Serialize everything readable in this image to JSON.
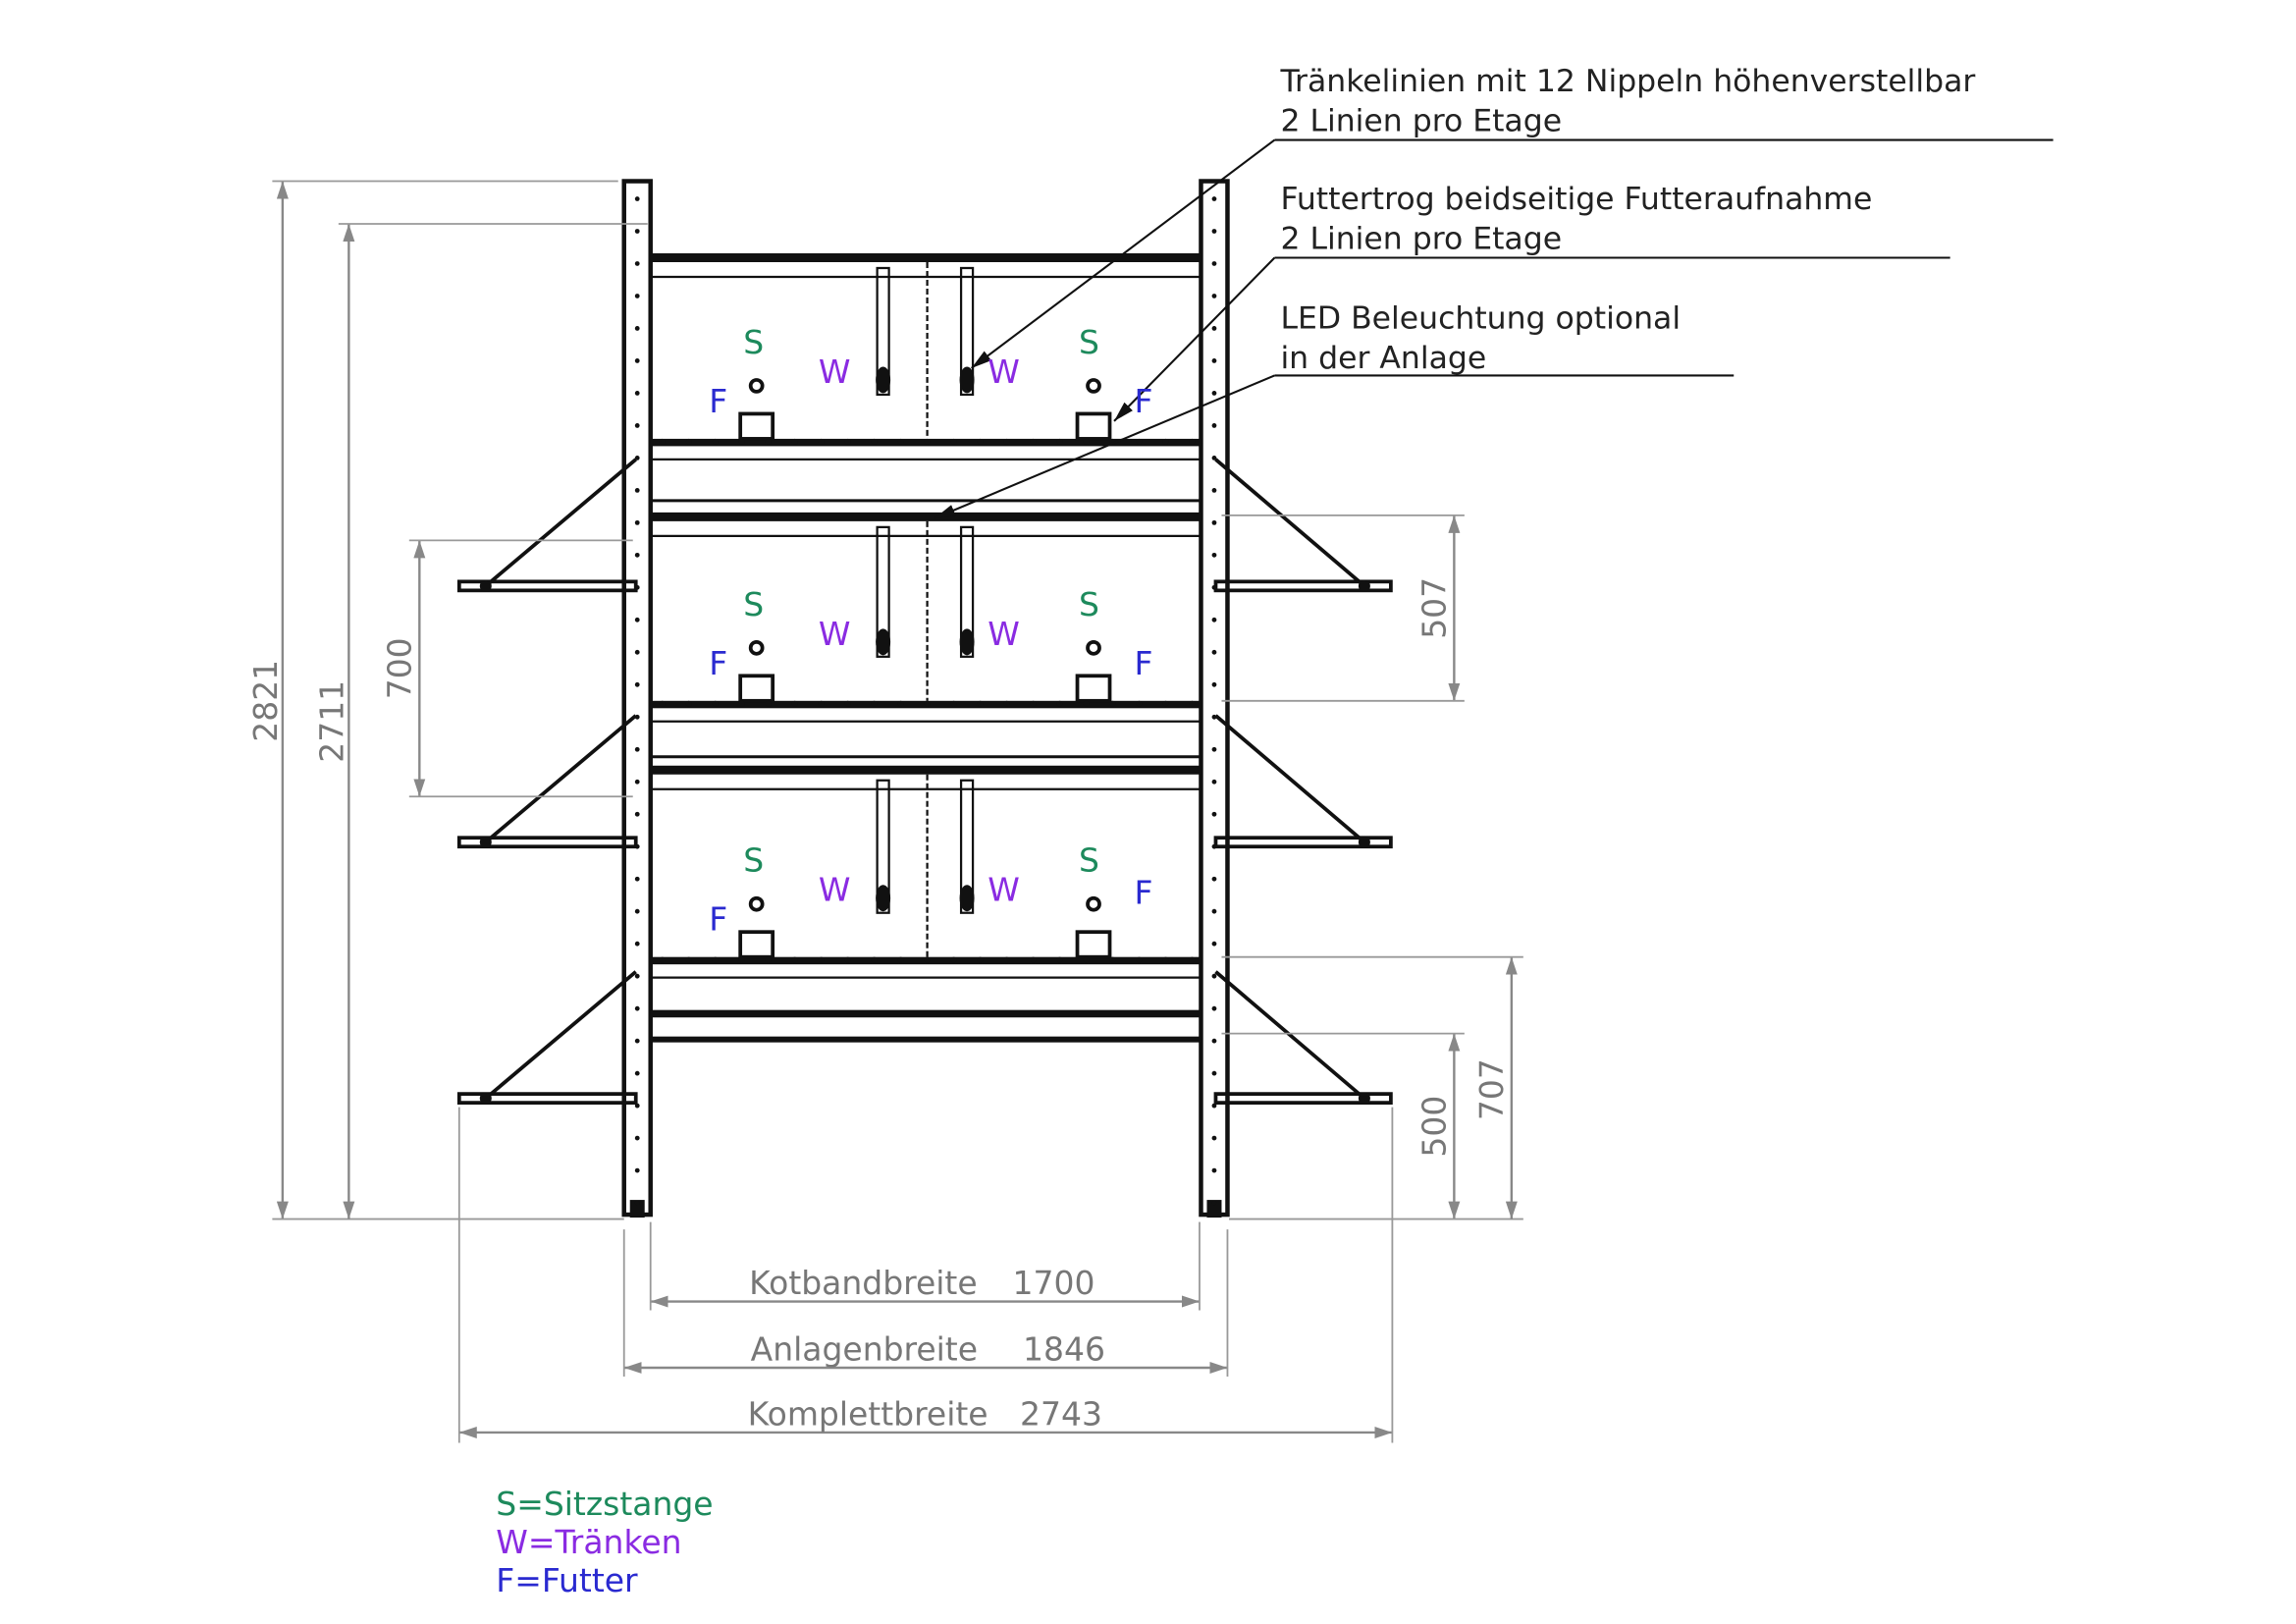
{
  "annotations": [
    {
      "line1": "Tränkelinien mit 12 Nippeln höhenverstellbar",
      "line2": "2 Linien pro Etage"
    },
    {
      "line1": "Futtertrog beidseitige Futteraufnahme",
      "line2": "2 Linien pro Etage"
    },
    {
      "line1": "LED Beleuchtung optional",
      "line2": "in der Anlage"
    }
  ],
  "vertical_dims": {
    "total_height": "2821",
    "post_height": "2711",
    "perch_spacing": "700",
    "tier_height": "507",
    "floor_clearance": "500",
    "lower_tier_height": "707"
  },
  "horizontal_dims": {
    "kotband": {
      "label": "Kotbandbreite",
      "value": "1700"
    },
    "anlage": {
      "label": "Anlagenbreite",
      "value": "1846"
    },
    "komplett": {
      "label": "Komplettbreite",
      "value": "2743"
    }
  },
  "cell_labels": {
    "s": "S",
    "w": "W",
    "f": "F"
  },
  "legend": {
    "s": "S=Sitzstange",
    "w": "W=Tränken",
    "f": "F=Futter"
  },
  "colors": {
    "s": "#1d8a5c",
    "w": "#8a2be2",
    "f": "#2a2ad0"
  }
}
